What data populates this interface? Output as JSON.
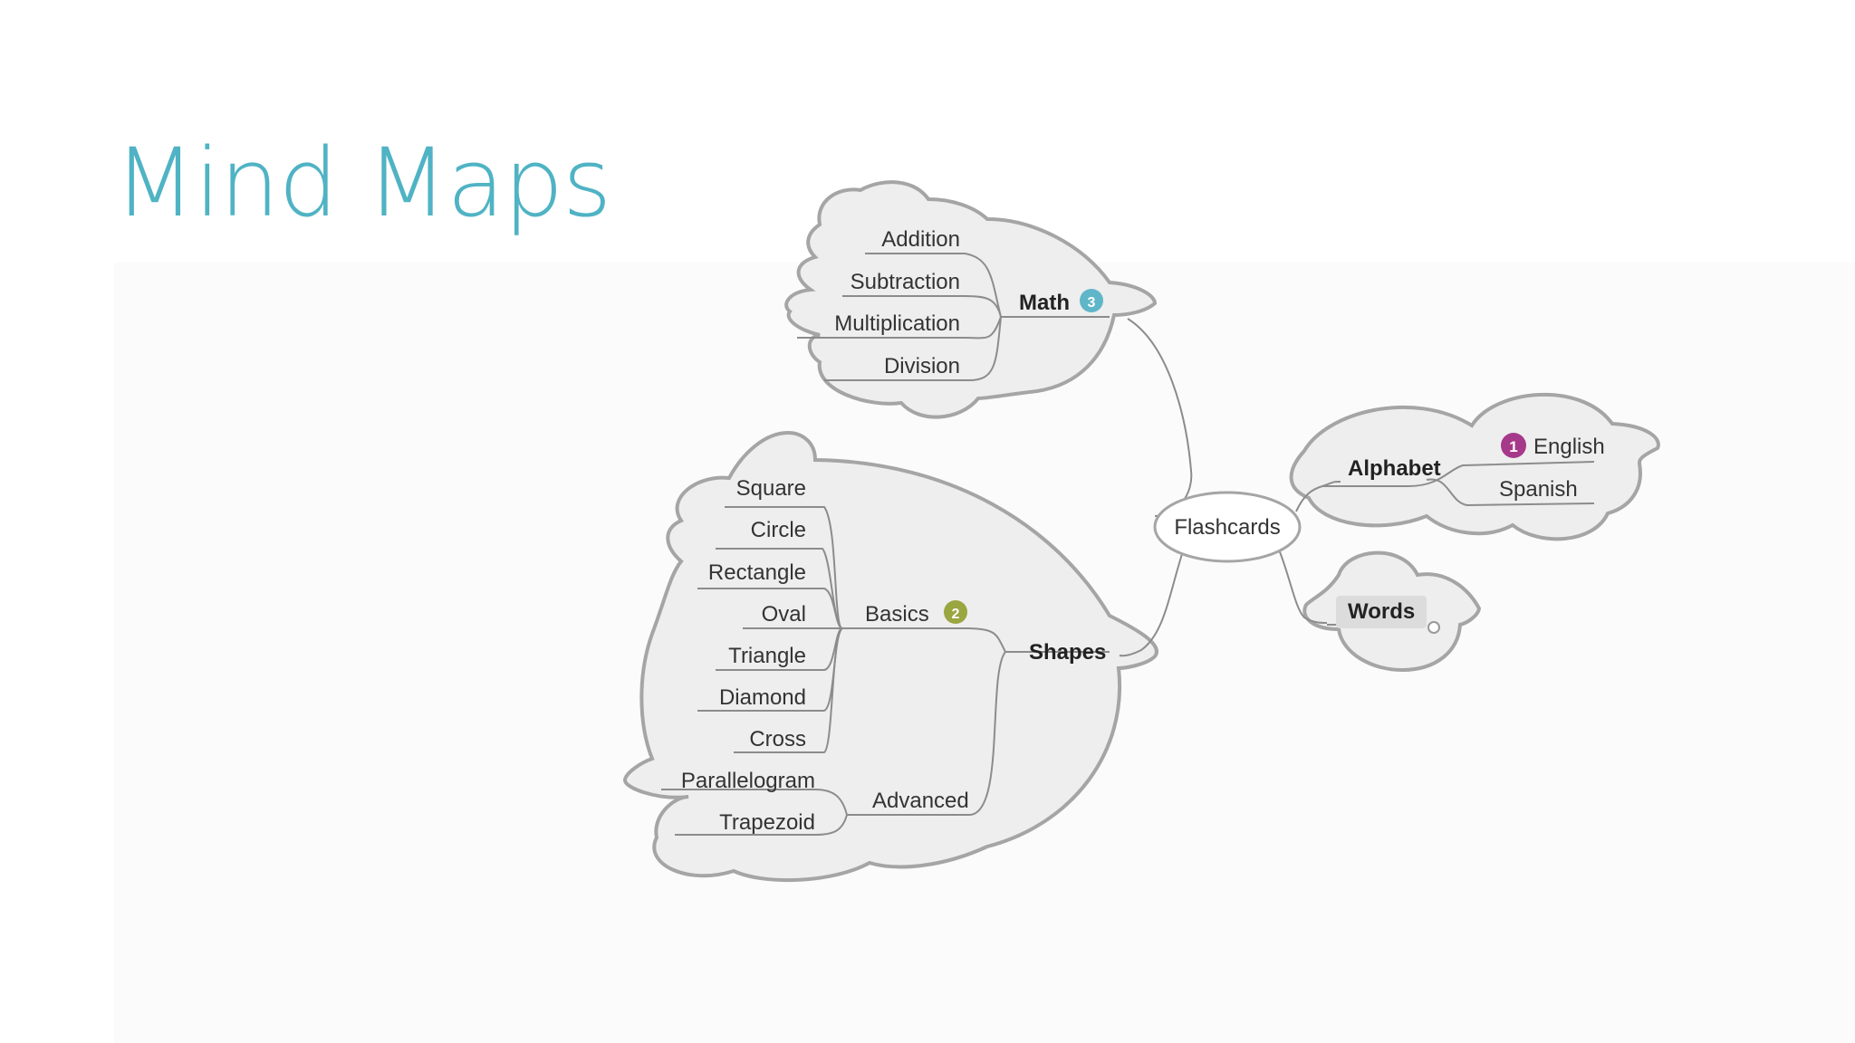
{
  "slide": {
    "title": "Mind Maps"
  },
  "mindmap": {
    "center": "Flashcards",
    "math": {
      "label": "Math",
      "items": [
        "Addition",
        "Subtraction",
        "Multiplication",
        "Division"
      ],
      "priority_badge": "3",
      "badge_color": "#5fb6c8"
    },
    "shapes": {
      "label": "Shapes",
      "basics": {
        "label": "Basics",
        "items": [
          "Square",
          "Circle",
          "Rectangle",
          "Oval",
          "Triangle",
          "Diamond",
          "Cross"
        ],
        "priority_badge": "2",
        "badge_color": "#9aa640"
      },
      "advanced": {
        "label": "Advanced",
        "items": [
          "Parallelogram",
          "Trapezoid"
        ]
      }
    },
    "alphabet": {
      "label": "Alphabet",
      "items": [
        "English",
        "Spanish"
      ],
      "priority_badge": "1",
      "badge_color": "#a6398a"
    },
    "words": {
      "label": "Words"
    }
  }
}
